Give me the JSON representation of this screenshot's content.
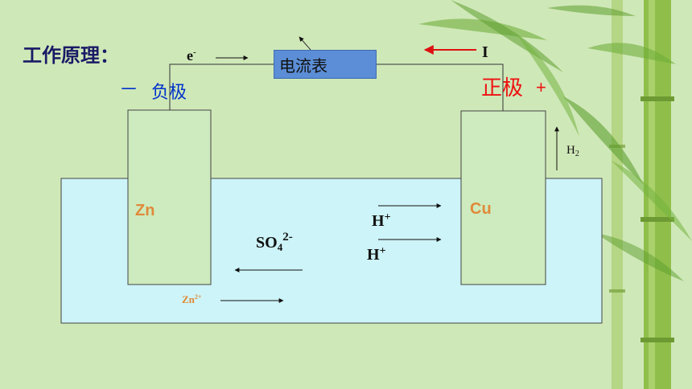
{
  "title": "工作原理：",
  "negative": {
    "sign": "－",
    "label": "负极"
  },
  "positive": {
    "label": "正极",
    "sign": "+"
  },
  "electron": {
    "symbol": "e",
    "charge": "-"
  },
  "current": {
    "symbol": "I"
  },
  "meter": {
    "label": "电流表"
  },
  "electrodes": {
    "left": "Zn",
    "right": "Cu"
  },
  "ions": {
    "sulfate_base": "SO",
    "sulfate_sub": "4",
    "sulfate_charge": "2-",
    "hydrogen_base": "H",
    "hydrogen_charge": "+",
    "zinc_base": "Zn",
    "zinc_charge": "2+"
  },
  "gas": {
    "base": "H",
    "sub": "2"
  },
  "colors": {
    "background": "#cfe8b8",
    "electrolyte": "#cdf4f8",
    "electrode": "#cdebbe",
    "meter": "#5b8ed6",
    "negative": "#0033cc",
    "positive": "#ee1111",
    "electrode_label": "#e08a3a",
    "current_arrow": "#dd1111"
  }
}
